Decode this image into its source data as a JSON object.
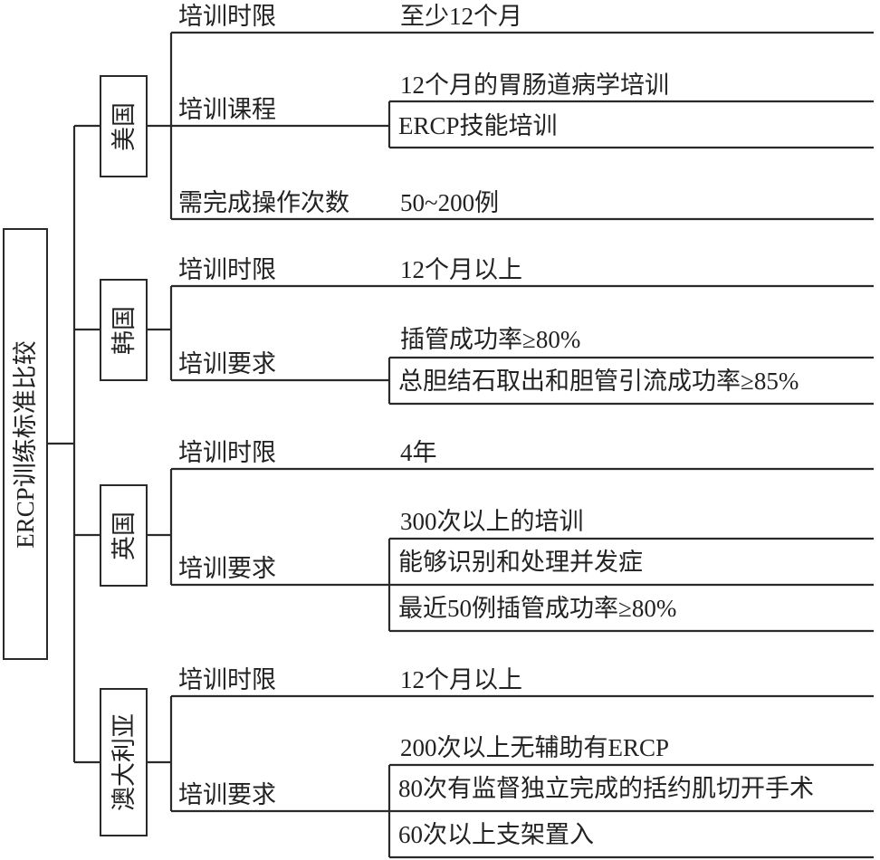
{
  "root": {
    "label": "ERCP训练标准比较"
  },
  "countries": [
    {
      "name": "美国",
      "rows": [
        {
          "label": "培训时限",
          "values": [
            "至少12个月"
          ]
        },
        {
          "label": "培训课程",
          "values": [
            "12个月的胃肠道病学培训",
            "ERCP技能培训"
          ]
        },
        {
          "label": "需完成操作次数",
          "values": [
            "50~200例"
          ]
        }
      ]
    },
    {
      "name": "韩国",
      "rows": [
        {
          "label": "培训时限",
          "values": [
            "12个月以上"
          ]
        },
        {
          "label": "培训要求",
          "values": [
            "插管成功率≥80%",
            "总胆结石取出和胆管引流成功率≥85%"
          ]
        }
      ]
    },
    {
      "name": "英国",
      "rows": [
        {
          "label": "培训时限",
          "values": [
            "4年"
          ]
        },
        {
          "label": "培训要求",
          "values": [
            "300次以上的培训",
            "能够识别和处理并发症",
            "最近50例插管成功率≥80%"
          ]
        }
      ]
    },
    {
      "name": "澳大利亚",
      "rows": [
        {
          "label": "培训时限",
          "values": [
            "12个月以上"
          ]
        },
        {
          "label": "培训要求",
          "values": [
            "200次以上无辅助有ERCP",
            "80次有监督独立完成的括约肌切开手术",
            "60次以上支架置入"
          ]
        }
      ]
    }
  ]
}
